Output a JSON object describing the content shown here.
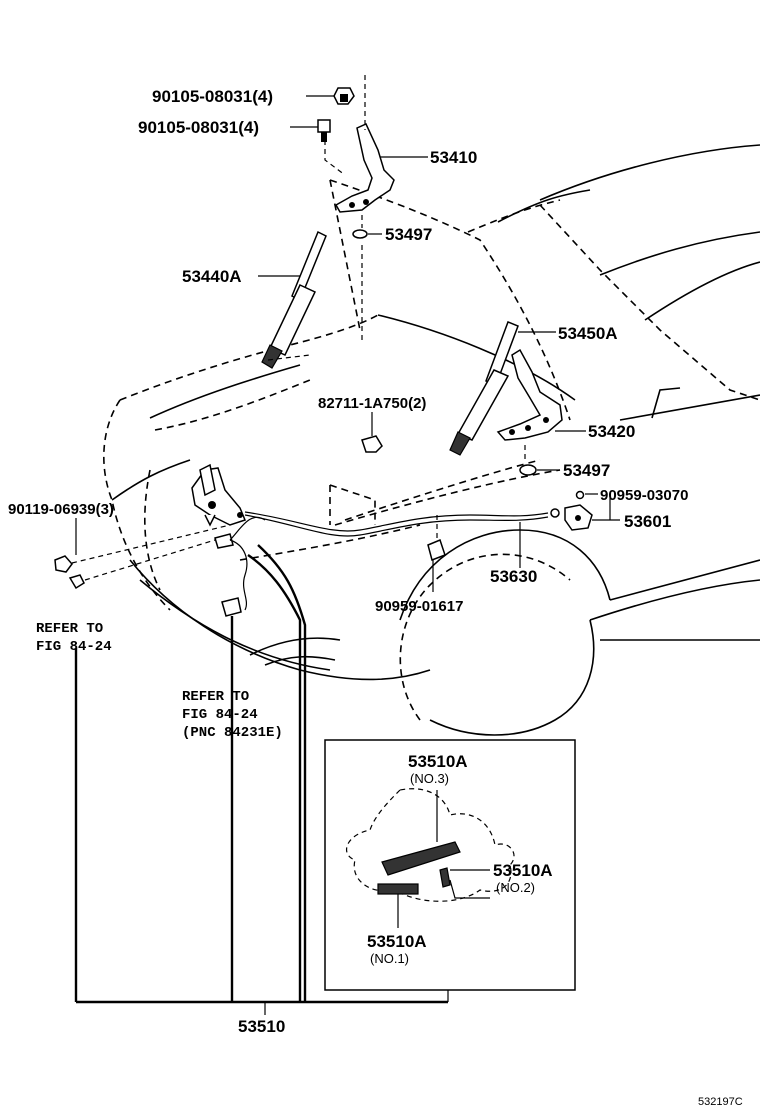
{
  "labels": {
    "p90105_top": "90105-08031(4)",
    "p90105_mid": "90105-08031(4)",
    "p53410": "53410",
    "p53497_top": "53497",
    "p53440A": "53440A",
    "p53450A": "53450A",
    "p82711": "82711-1A750(2)",
    "p53420": "53420",
    "p53497_low": "53497",
    "p90959_03070": "90959-03070",
    "p53601": "53601",
    "p90119": "90119-06939(3)",
    "p53630": "53630",
    "p90959_01617": "90959-01617",
    "p53510": "53510",
    "inset_top_part": "53510A",
    "inset_top_sub": "(NO.3)",
    "inset_right_part": "53510A",
    "inset_right_sub": "(NO.2)",
    "inset_bottom_part": "53510A",
    "inset_bottom_sub": "(NO.1)"
  },
  "references": {
    "left_line1": "REFER TO",
    "left_line2": "FIG 84-24",
    "mid_line1": "REFER TO",
    "mid_line2": "FIG 84-24",
    "mid_line3": "(PNC 84231E)"
  },
  "figure_code": "532197C"
}
